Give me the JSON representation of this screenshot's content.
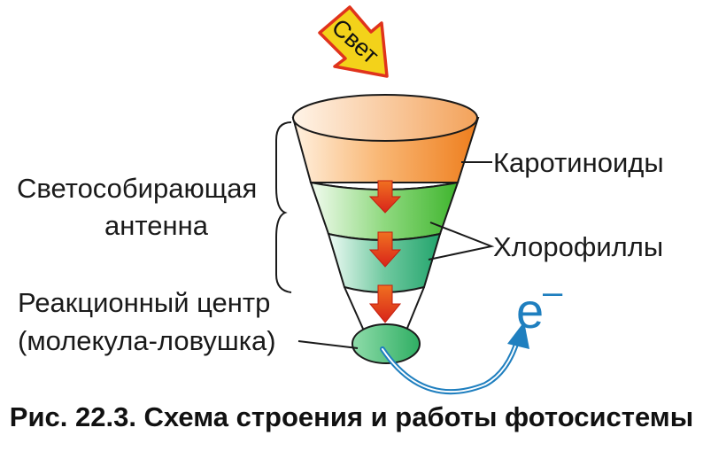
{
  "diagram": {
    "light_label": "Свет",
    "carotenoids_label": "Каротиноиды",
    "chlorophylls_label": "Хлорофиллы",
    "antenna_label_line1": "Светособирающая",
    "antenna_label_line2": "антенна",
    "reaction_center_line1": "Реакционный центр",
    "reaction_center_line2": "(молекула-ловушка)",
    "electron_symbol": "e",
    "electron_charge": "–",
    "caption": "Рис. 22.3. Схема строения и работы фотосистемы"
  },
  "colors": {
    "carotenoids": "#f08a2a",
    "chlorophyll_upper": "#4cbf3c",
    "chlorophyll_lower": "#2fae7a",
    "reaction_center": "#3dbb6e",
    "arrow_red": "#e53a1e",
    "arrow_yellow": "#f3d21a",
    "electron_blue": "#1f7fbf"
  }
}
